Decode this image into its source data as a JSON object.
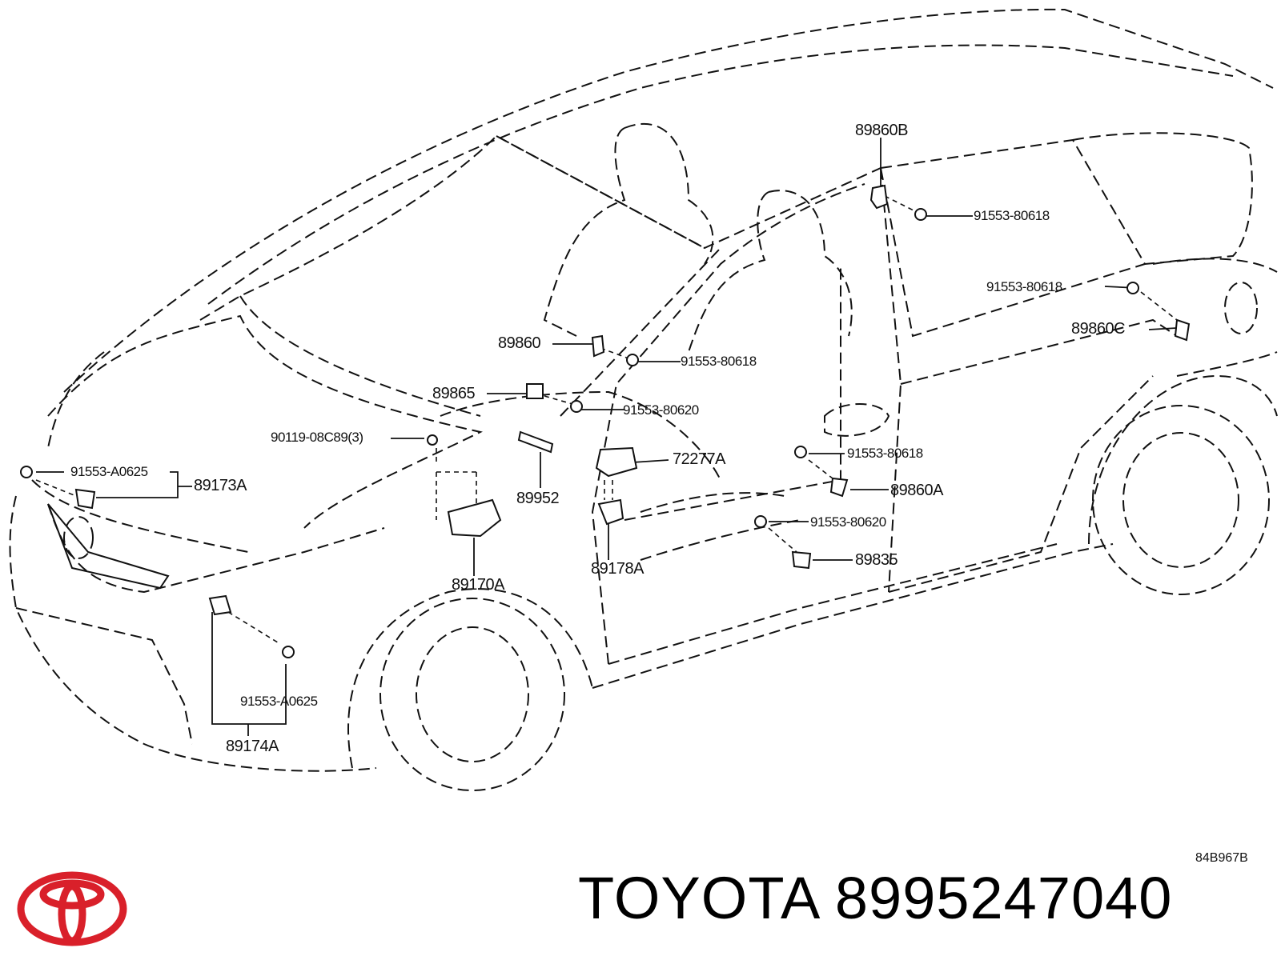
{
  "brand": {
    "name": "TOYOTA",
    "part_number": "8995247040",
    "logo_color": "#d9202a"
  },
  "diagram_ref": "84B967B",
  "callouts": {
    "c89860B": "89860B",
    "c91553_80618_a": "91553-80618",
    "c91553_80618_b": "91553-80618",
    "c89860C": "89860C",
    "c89860": "89860",
    "c91553_80618_c": "91553-80618",
    "c89865": "89865",
    "c91553_80620_a": "91553-80620",
    "c90119": "90119-08C89(3)",
    "c72277A": "72277A",
    "c91553_80618_d": "91553-80618",
    "c91553_A0625_a": "91553-A0625",
    "c89173A": "89173A",
    "c89952": "89952",
    "c89860A": "89860A",
    "c91553_80620_b": "91553-80620",
    "c89178A": "89178A",
    "c89170A": "89170A",
    "c89835": "89835",
    "c91553_A0625_b": "91553-A0625",
    "c89174A": "89174A"
  }
}
